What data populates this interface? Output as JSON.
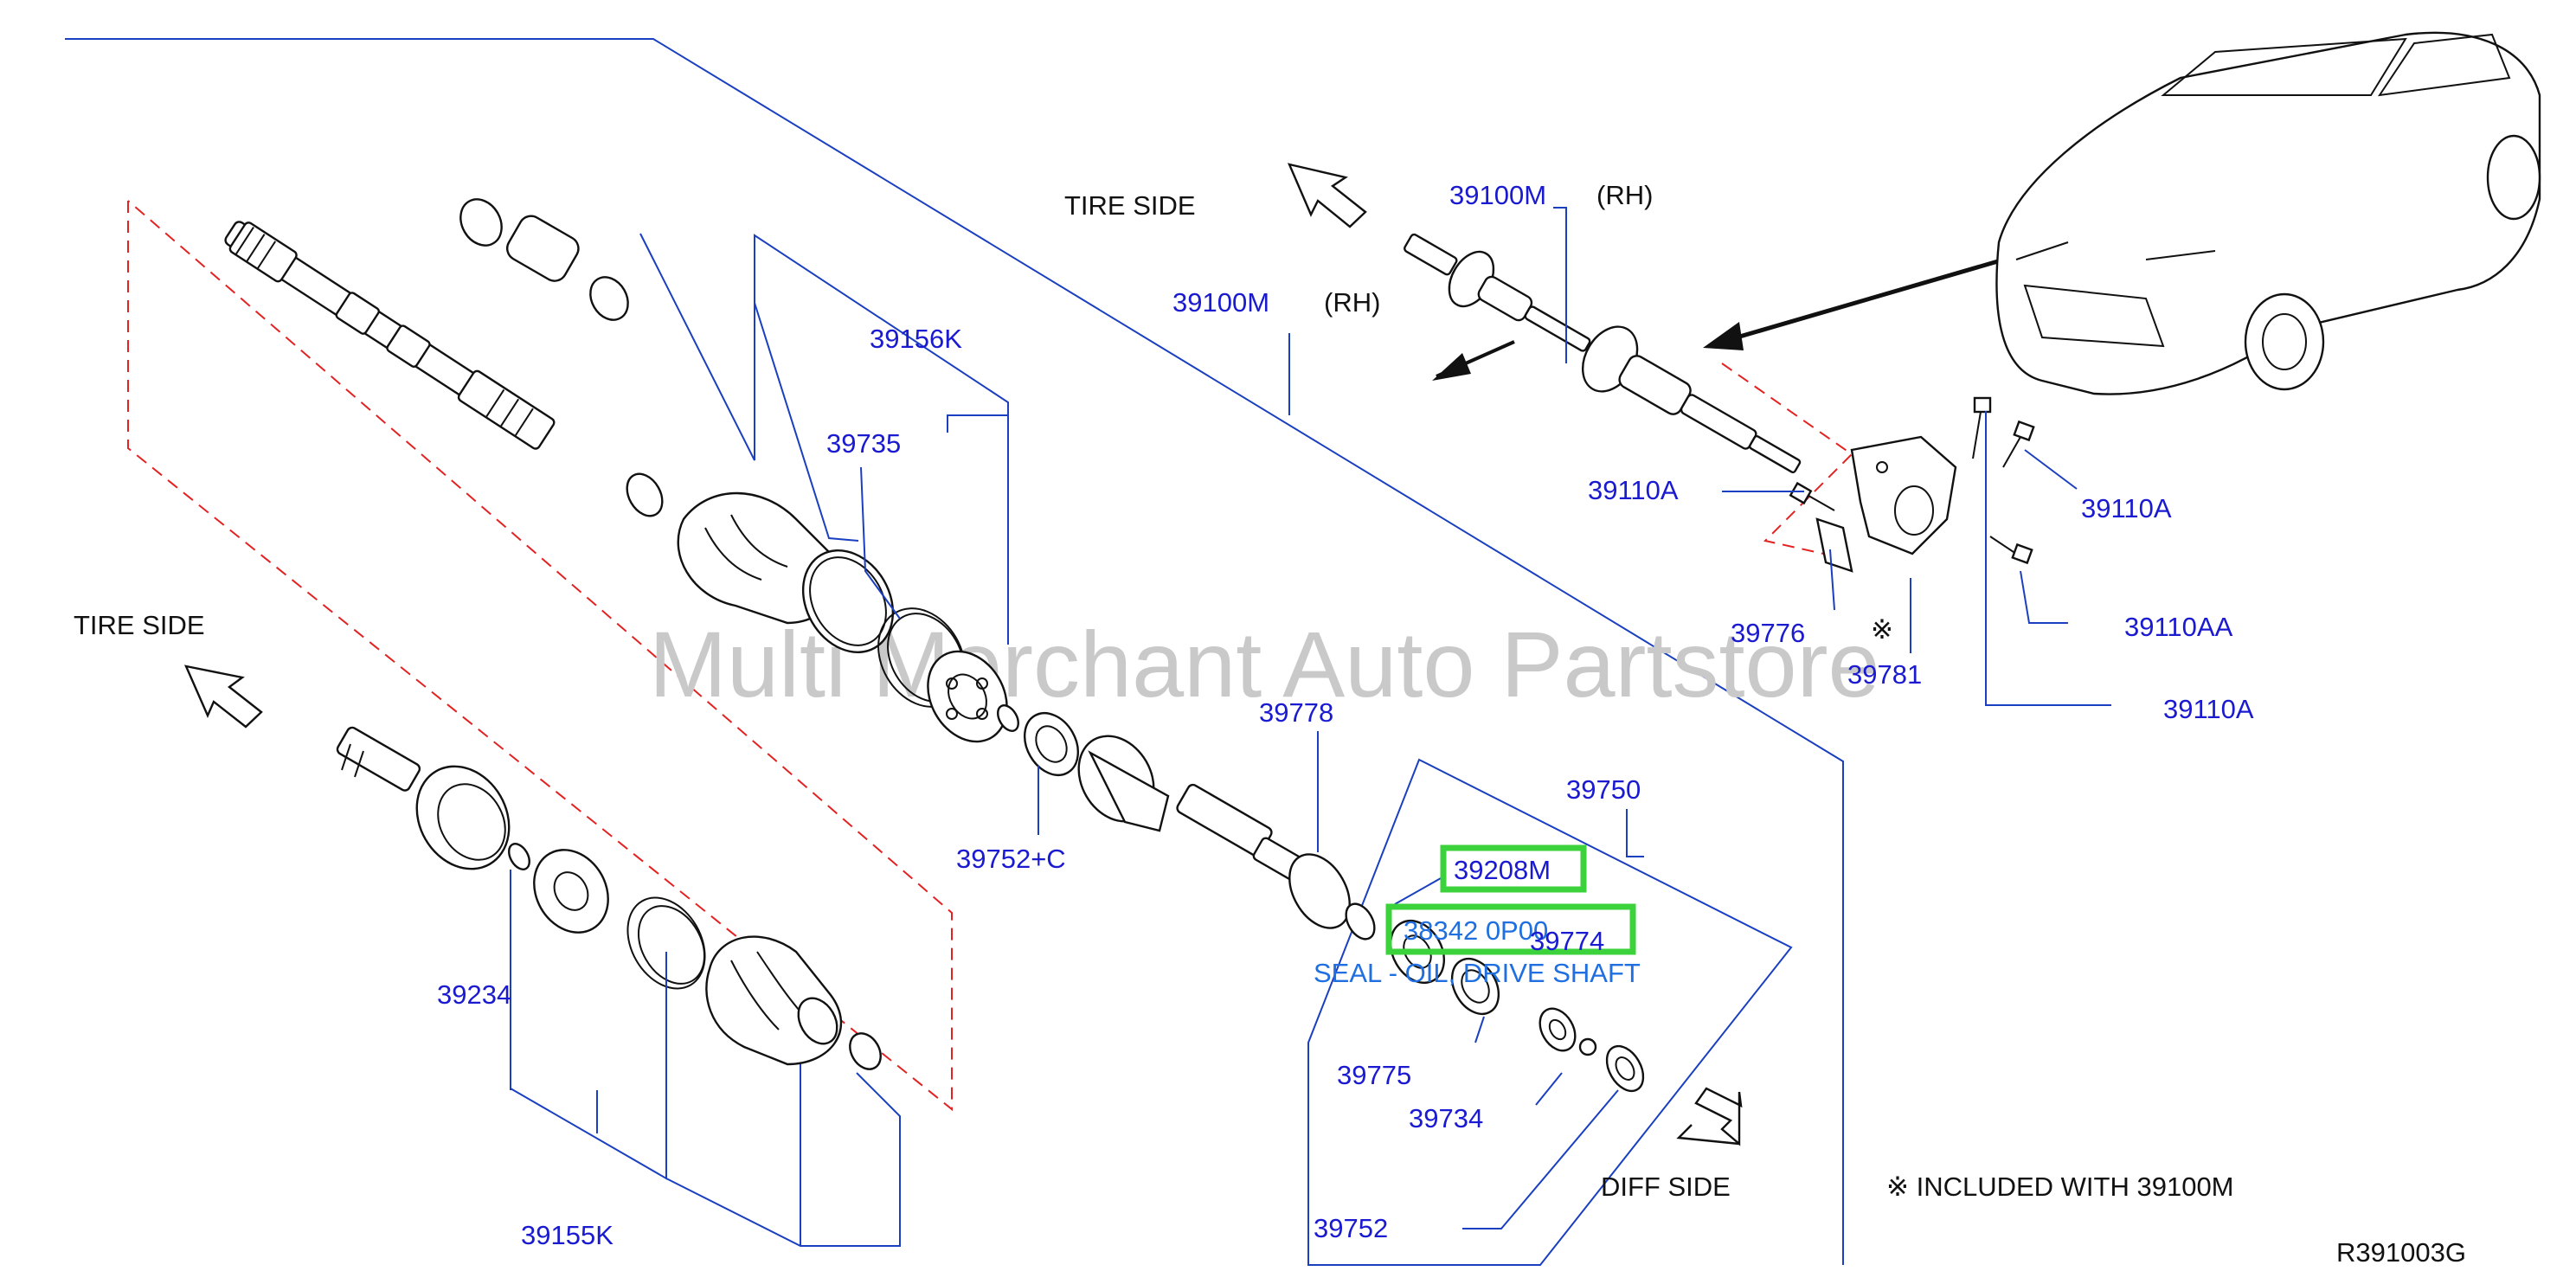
{
  "watermark": "Multi Merchant Auto Partstore",
  "diagram_code": "R391003G",
  "note": "※  INCLUDED  WITH  39100M",
  "side_labels": {
    "tire_side_top": "TIRE   SIDE",
    "tire_side_left": "TIRE   SIDE",
    "diff_side": "DIFF   SIDE"
  },
  "parts": {
    "p39100M_top": "39100M",
    "rh_top": "(RH)",
    "p39100M_mid": "39100M",
    "rh_mid": "(RH)",
    "p39156K": "39156K",
    "p39735": "39735",
    "p39110A_left": "39110A",
    "p39110A_right": "39110A",
    "p39110AA": "39110AA",
    "p39110A_bottom": "39110A",
    "p39776": "39776",
    "p39781": "39781",
    "mark_included": "※",
    "p39778": "39778",
    "p39752C": "39752+C",
    "p39750": "39750",
    "p39208M": "39208M",
    "p38342": "38342 0P00",
    "p39774": "39774",
    "seal_desc": "SEAL - OIL, DRIVE SHAFT",
    "p39775": "39775",
    "p39734": "39734",
    "p39752": "39752",
    "p39234": "39234",
    "p39155K": "39155K"
  },
  "colors": {
    "callout": "#1a1ad0",
    "leader": "#1a3fc0",
    "dashed": "#e32222",
    "highlight": "#3cd23c",
    "link": "#1f6fe0",
    "watermark": "#c9c9c9"
  }
}
